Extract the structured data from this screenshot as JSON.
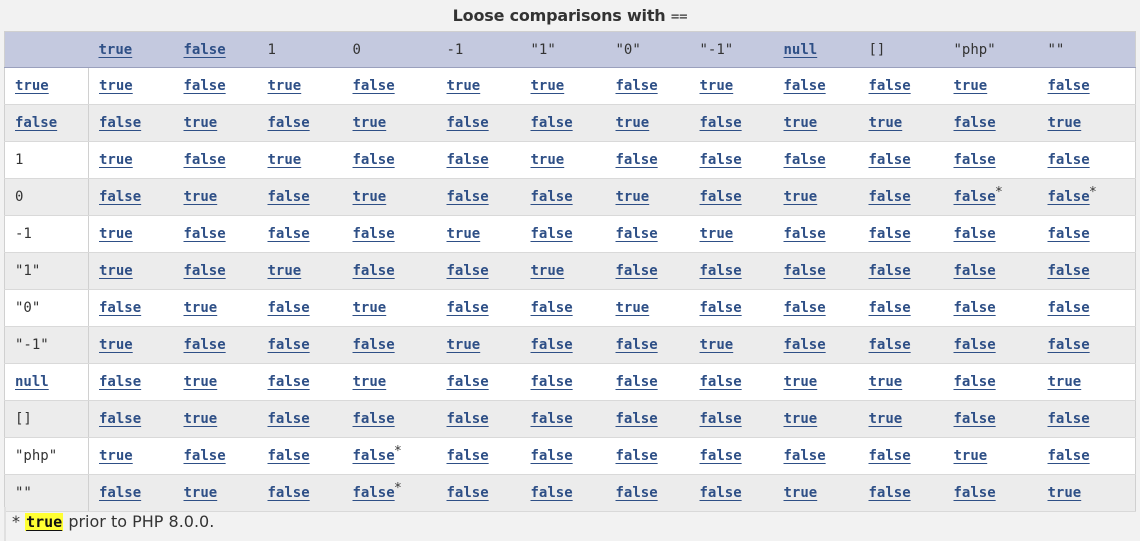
{
  "caption": {
    "text": "Loose comparisons with",
    "operator": "=="
  },
  "header": [
    {
      "text": "",
      "kw": false
    },
    {
      "text": "true",
      "kw": true
    },
    {
      "text": "false",
      "kw": true
    },
    {
      "text": "1",
      "kw": false
    },
    {
      "text": "0",
      "kw": false
    },
    {
      "text": "-1",
      "kw": false
    },
    {
      "text": "\"1\"",
      "kw": false
    },
    {
      "text": "\"0\"",
      "kw": false
    },
    {
      "text": "\"-1\"",
      "kw": false
    },
    {
      "text": "null",
      "kw": true
    },
    {
      "text": "[]",
      "kw": false
    },
    {
      "text": "\"php\"",
      "kw": false
    },
    {
      "text": "\"\"",
      "kw": false
    }
  ],
  "rows": [
    {
      "label": "true",
      "label_kw": true,
      "cells": [
        "true",
        "false",
        "true",
        "false",
        "true",
        "true",
        "false",
        "true",
        "false",
        "false",
        "true",
        "false"
      ]
    },
    {
      "label": "false",
      "label_kw": true,
      "cells": [
        "false",
        "true",
        "false",
        "true",
        "false",
        "false",
        "true",
        "false",
        "true",
        "true",
        "false",
        "true"
      ]
    },
    {
      "label": "1",
      "label_kw": false,
      "cells": [
        "true",
        "false",
        "true",
        "false",
        "false",
        "true",
        "false",
        "false",
        "false",
        "false",
        "false",
        "false"
      ]
    },
    {
      "label": "0",
      "label_kw": false,
      "cells": [
        "false",
        "true",
        "false",
        "true",
        "false",
        "false",
        "true",
        "false",
        "true",
        "false",
        "false*",
        "false*"
      ]
    },
    {
      "label": "-1",
      "label_kw": false,
      "cells": [
        "true",
        "false",
        "false",
        "false",
        "true",
        "false",
        "false",
        "true",
        "false",
        "false",
        "false",
        "false"
      ]
    },
    {
      "label": "\"1\"",
      "label_kw": false,
      "cells": [
        "true",
        "false",
        "true",
        "false",
        "false",
        "true",
        "false",
        "false",
        "false",
        "false",
        "false",
        "false"
      ]
    },
    {
      "label": "\"0\"",
      "label_kw": false,
      "cells": [
        "false",
        "true",
        "false",
        "true",
        "false",
        "false",
        "true",
        "false",
        "false",
        "false",
        "false",
        "false"
      ]
    },
    {
      "label": "\"-1\"",
      "label_kw": false,
      "cells": [
        "true",
        "false",
        "false",
        "false",
        "true",
        "false",
        "false",
        "true",
        "false",
        "false",
        "false",
        "false"
      ]
    },
    {
      "label": "null",
      "label_kw": true,
      "cells": [
        "false",
        "true",
        "false",
        "true",
        "false",
        "false",
        "false",
        "false",
        "true",
        "true",
        "false",
        "true"
      ]
    },
    {
      "label": "[]",
      "label_kw": false,
      "cells": [
        "false",
        "true",
        "false",
        "false",
        "false",
        "false",
        "false",
        "false",
        "true",
        "true",
        "false",
        "false"
      ]
    },
    {
      "label": "\"php\"",
      "label_kw": false,
      "cells": [
        "true",
        "false",
        "false",
        "false*",
        "false",
        "false",
        "false",
        "false",
        "false",
        "false",
        "true",
        "false"
      ]
    },
    {
      "label": "\"\"",
      "label_kw": false,
      "cells": [
        "false",
        "true",
        "false",
        "false*",
        "false",
        "false",
        "false",
        "false",
        "true",
        "false",
        "false",
        "true"
      ]
    }
  ],
  "footnote": {
    "marker": "*",
    "highlight": "true",
    "text": "prior to PHP 8.0.0."
  },
  "colors": {
    "header_bg": "#c4c9df",
    "keyword": "#2e4f86",
    "highlight": "#ffff33"
  }
}
